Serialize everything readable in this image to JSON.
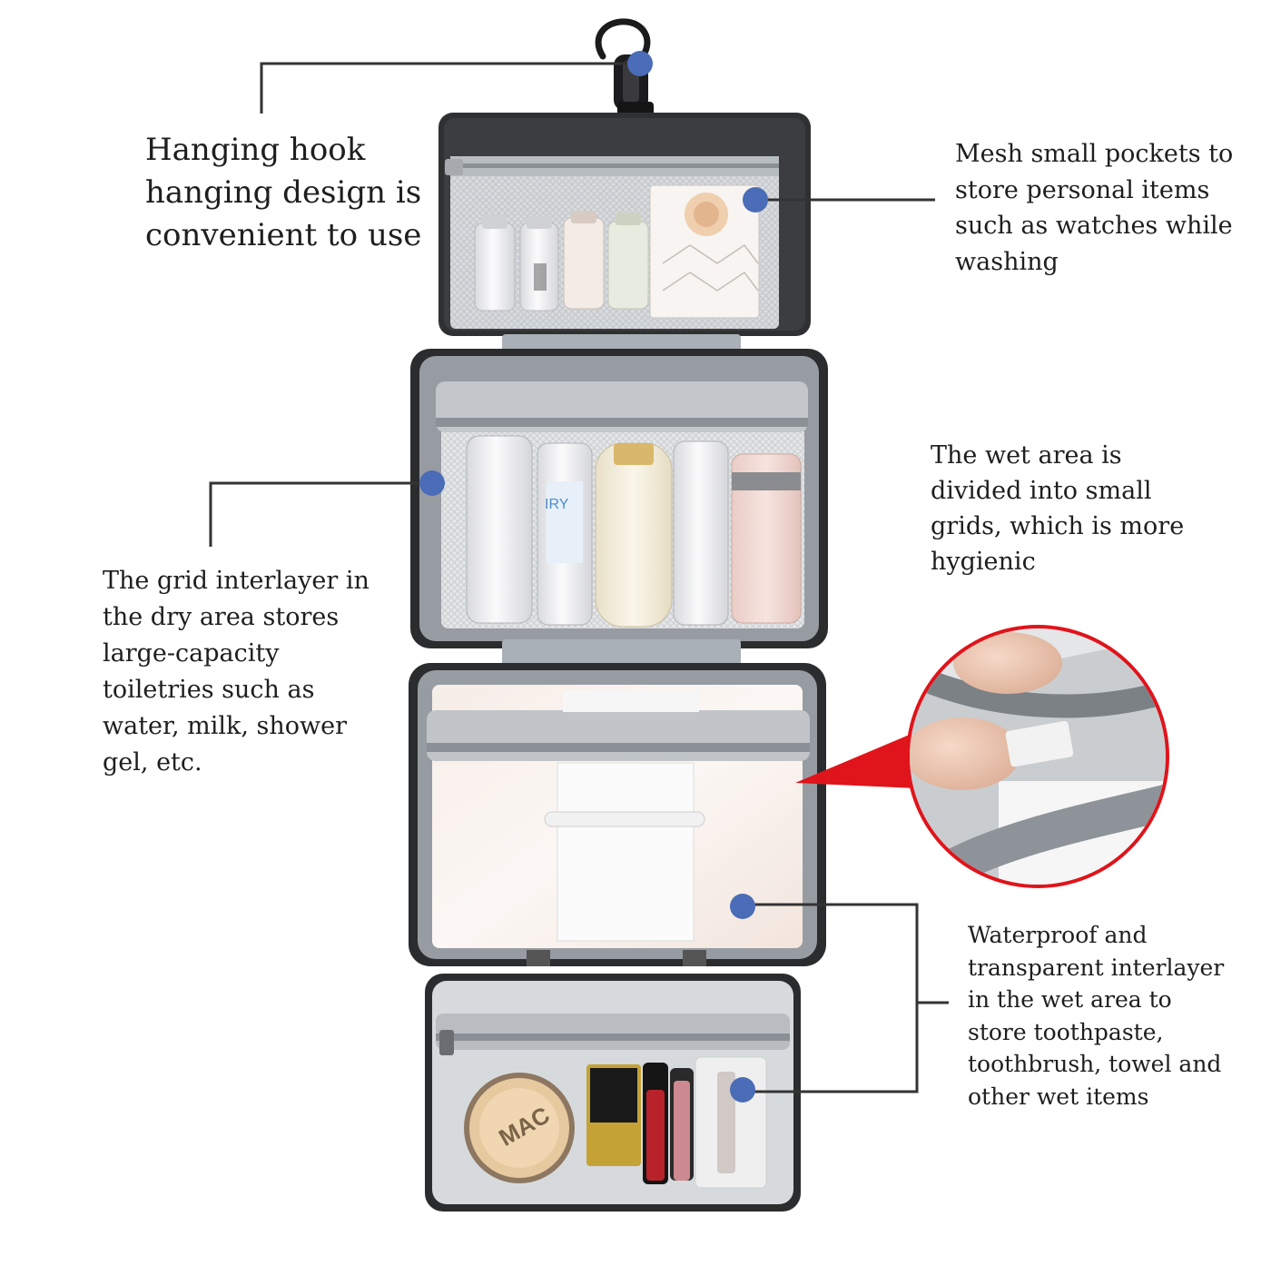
{
  "annotations": {
    "hanging_hook": {
      "lines": [
        "Hanging hook",
        "hanging design is",
        "convenient to use"
      ]
    },
    "mesh_pockets": {
      "lines": [
        "Mesh small pockets to",
        "store personal items",
        "such as watches while",
        "washing"
      ]
    },
    "wet_area_grids": {
      "lines": [
        "The wet area is",
        "divided into small",
        "grids, which is more",
        "hygienic"
      ]
    },
    "dry_area_interlayer": {
      "lines": [
        "The grid interlayer in",
        "the dry area stores",
        "large-capacity",
        "toiletries such as",
        "water, milk, shower",
        "gel, etc."
      ]
    },
    "waterproof_interlayer": {
      "lines": [
        "Waterproof and",
        "transparent interlayer",
        "in the wet area to",
        "store toothpaste,",
        "toothbrush, towel and",
        "other wet items"
      ]
    }
  },
  "product_labels": {
    "bottle_brand": "IRY",
    "compact_brand": "MAC"
  },
  "colors": {
    "callout_dot": "#4b6cb7",
    "callout_line": "#333333",
    "bag_frame": "#3a3a3c",
    "bag_lining": "#a9aeb4",
    "zoom_accent": "#e0141b"
  }
}
